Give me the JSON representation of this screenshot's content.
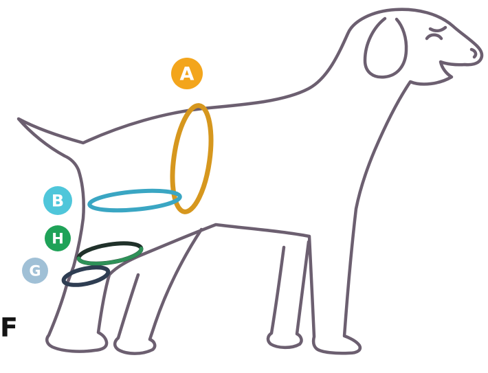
{
  "diagram": {
    "outline_color": "#6c5f70",
    "markers": [
      {
        "id": "a",
        "label": "A",
        "badge_color": "#f3a51c",
        "ring_color": "#d6971e"
      },
      {
        "id": "b",
        "label": "B",
        "badge_color": "#4fc6da",
        "ring_color": "#3aa6c3"
      },
      {
        "id": "h",
        "label": "H",
        "badge_color": "#1fa258",
        "ring_color_dark": "#20312a",
        "ring_color_light": "#2e9158"
      },
      {
        "id": "g",
        "label": "G",
        "badge_color": "#a0c0d6",
        "ring_color": "#2e3d52"
      },
      {
        "id": "f",
        "label": "F",
        "text_color": "#141414"
      }
    ]
  }
}
